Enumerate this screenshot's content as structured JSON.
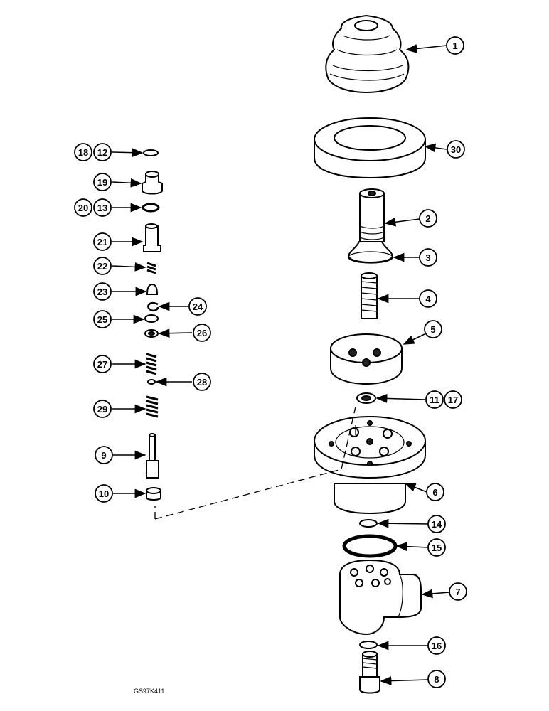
{
  "drawing_code": "GS97K411",
  "callouts": {
    "c1": "1",
    "c2": "2",
    "c3": "3",
    "c4": "4",
    "c5": "5",
    "c6": "6",
    "c7": "7",
    "c8": "8",
    "c9": "9",
    "c10": "10",
    "c11": "11",
    "c12": "12",
    "c13": "13",
    "c14": "14",
    "c15": "15",
    "c16": "16",
    "c17": "17",
    "c18": "18",
    "c19": "19",
    "c20": "20",
    "c21": "21",
    "c22": "22",
    "c23": "23",
    "c24": "24",
    "c25": "25",
    "c26": "26",
    "c27": "27",
    "c28": "28",
    "c29": "29",
    "c30": "30"
  }
}
